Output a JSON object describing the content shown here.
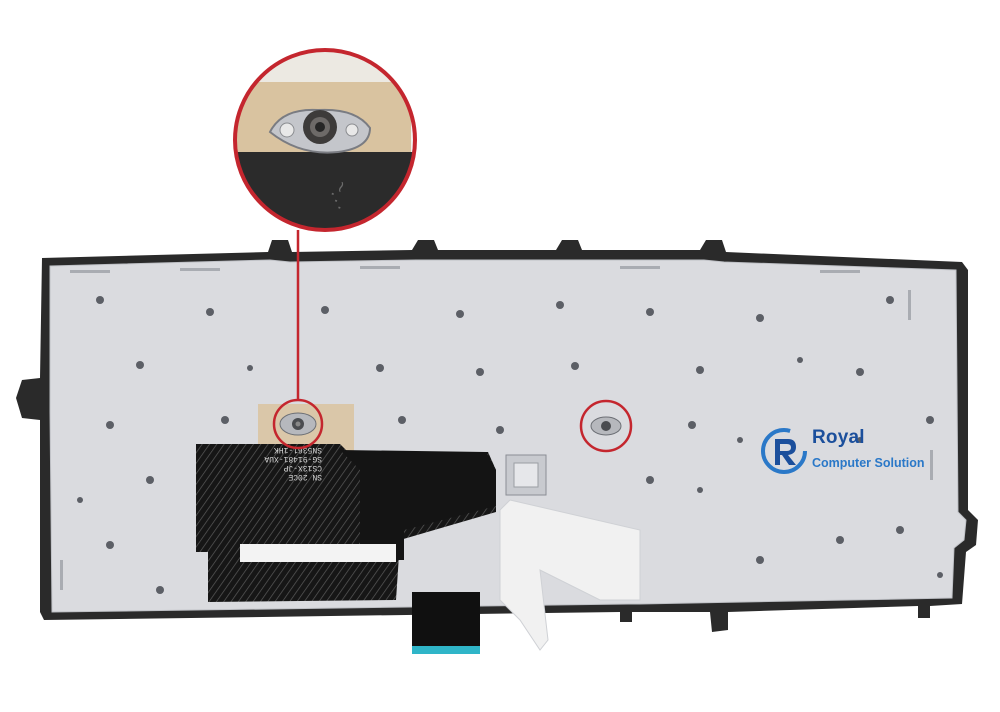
{
  "image": {
    "subject": "laptop keyboard underside",
    "highlight_color": "#c4262e"
  },
  "logo": {
    "name": "Royal",
    "subtitle": "Computer Solution",
    "color_primary": "#1b4f9c",
    "color_secondary": "#2a78c8",
    "icon": "royal-r-icon"
  },
  "ribbon_cable_markings": [
    "SN 20CE",
    "CS13X-JP",
    "SG-91481-XUA",
    "SN5361-1HK"
  ]
}
